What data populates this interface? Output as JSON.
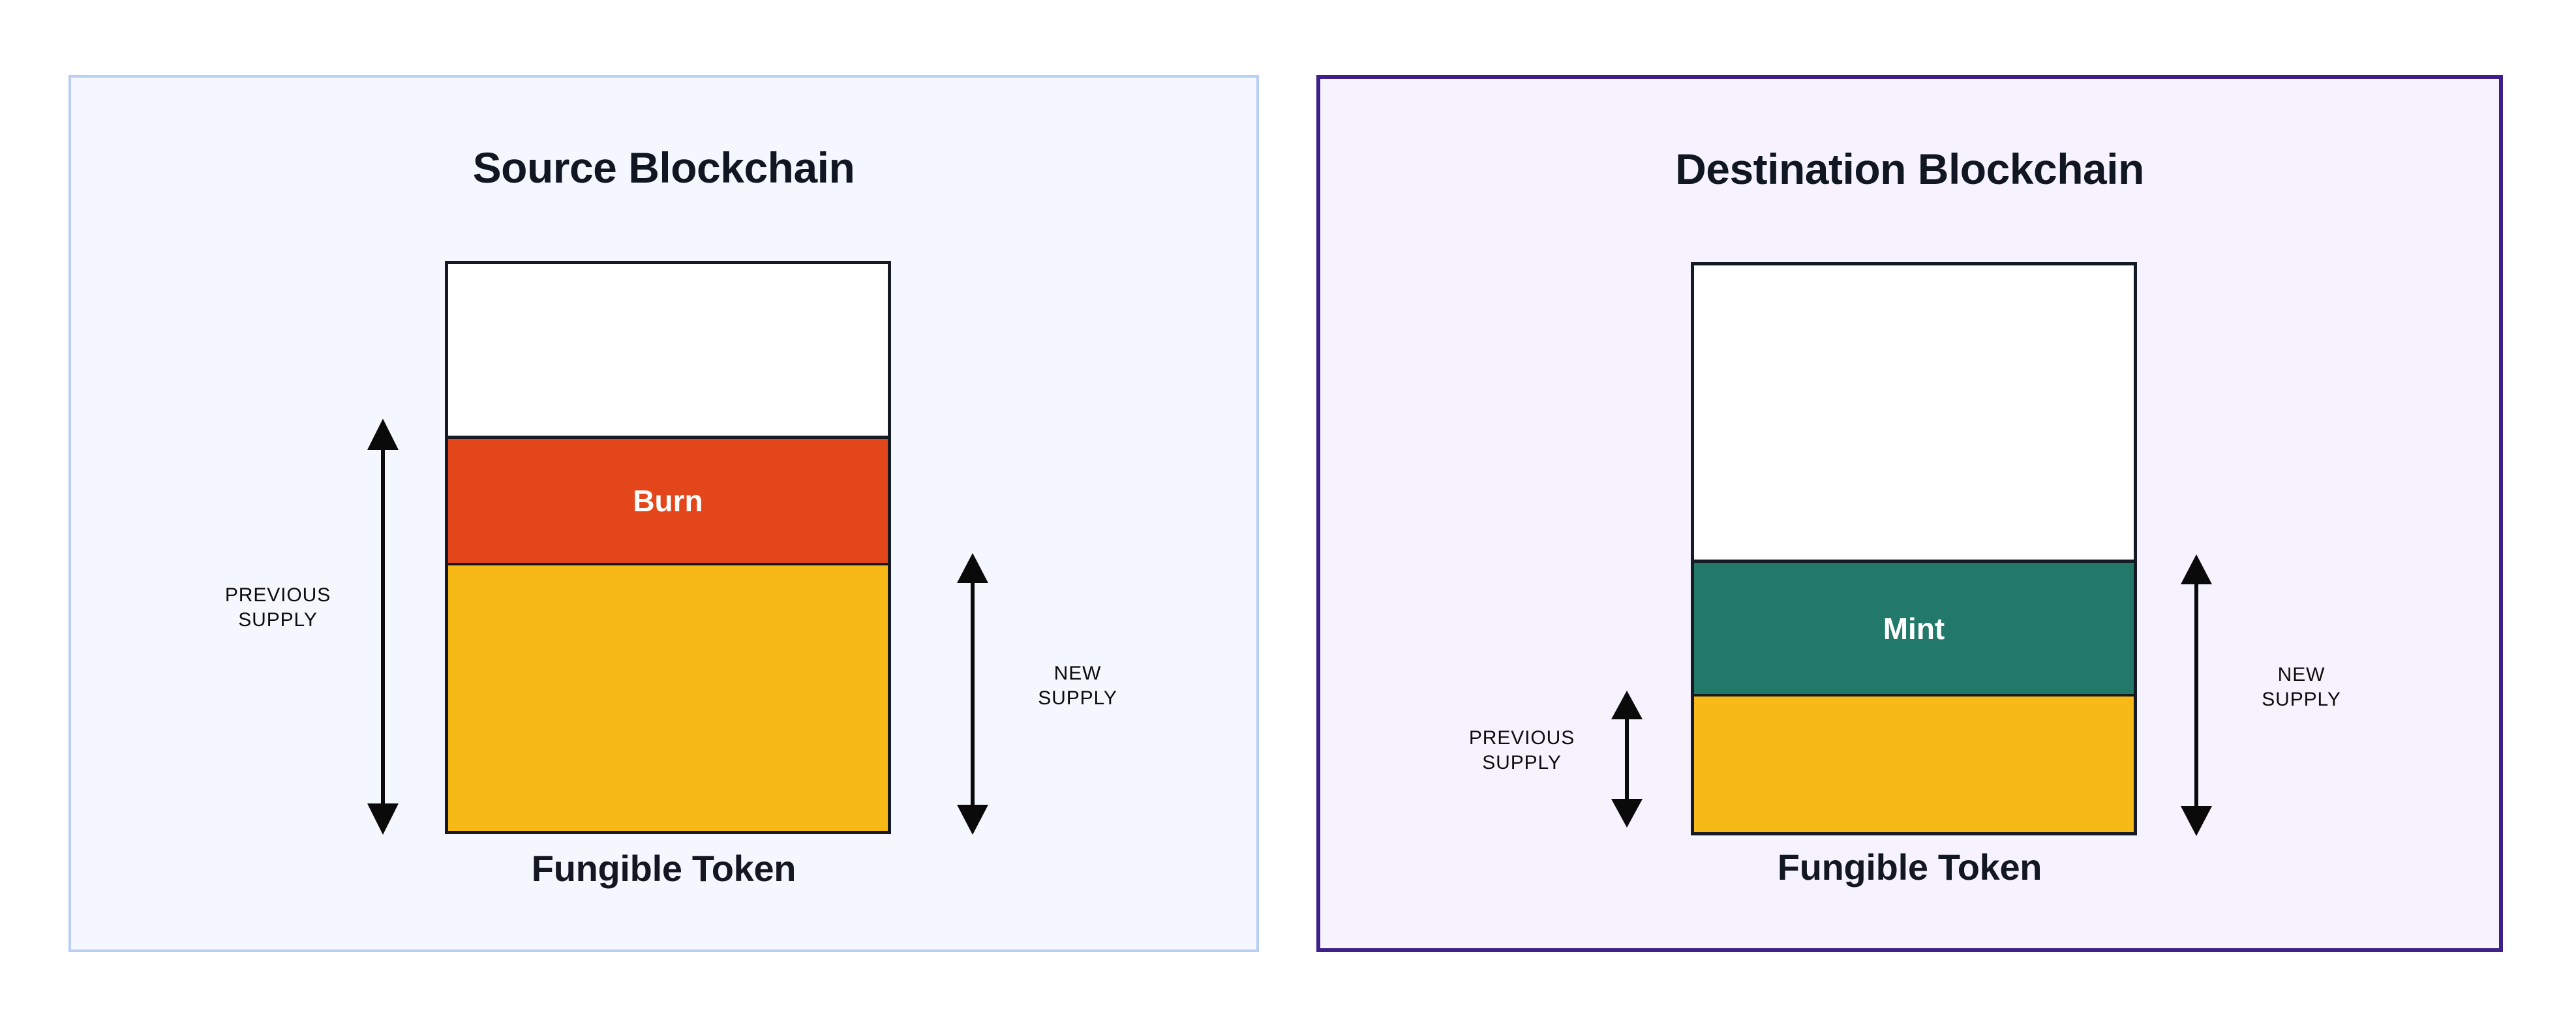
{
  "diagram": {
    "panels": [
      {
        "id": "source",
        "title": "Source Blockchain",
        "footer": "Fungible Token",
        "border_color": "#B8CEF5",
        "background_color": "#F4F7FE",
        "bar": {
          "segments": [
            {
              "name": "empty-headroom",
              "label": "",
              "color": "#FFFFFF",
              "percent": 30.0
            },
            {
              "name": "burn",
              "label": "Burn",
              "color": "#E2461A",
              "percent": 22.8
            },
            {
              "name": "supply",
              "label": "",
              "color": "#F7B916",
              "percent": 47.2
            }
          ]
        },
        "measures": [
          {
            "name": "previous-supply",
            "label": "PREVIOUS\nSUPPLY",
            "side": "left",
            "covers": [
              "burn",
              "supply"
            ]
          },
          {
            "name": "new-supply",
            "label": "NEW\nSUPPLY",
            "side": "right",
            "covers": [
              "supply"
            ]
          }
        ]
      },
      {
        "id": "destination",
        "title": "Destination Blockchain",
        "footer": "Fungible Token",
        "border_color": "#3F2089",
        "background_color": "#F6F3FE",
        "bar": {
          "segments": [
            {
              "name": "empty-headroom",
              "label": "",
              "color": "#FFFFFF",
              "percent": 51.4
            },
            {
              "name": "mint",
              "label": "Mint",
              "color": "#22796A",
              "percent": 24.0
            },
            {
              "name": "supply",
              "label": "",
              "color": "#F7B916",
              "percent": 24.6
            }
          ]
        },
        "measures": [
          {
            "name": "previous-supply",
            "label": "PREVIOUS\nSUPPLY",
            "side": "left",
            "covers": [
              "supply"
            ]
          },
          {
            "name": "new-supply",
            "label": "NEW\nSUPPLY",
            "side": "right",
            "covers": [
              "mint",
              "supply"
            ]
          }
        ]
      }
    ],
    "colors": {
      "burn": "#E2461A",
      "mint": "#22796A",
      "supply": "#F7B916",
      "stroke": "#151A24",
      "text": "#111722"
    }
  }
}
